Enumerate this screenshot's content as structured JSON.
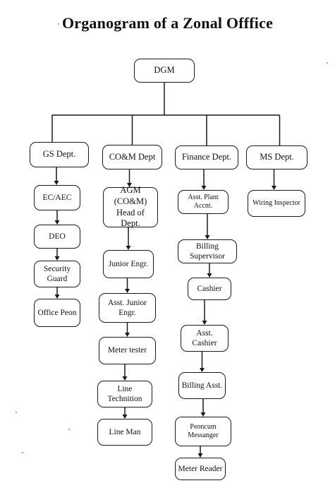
{
  "title": "Organogram of a  Zonal Offfice",
  "root": {
    "id": "dgm",
    "label": "DGM"
  },
  "departments": [
    {
      "id": "gs",
      "label": "GS Dept.",
      "children": [
        "EC/AEC",
        "DEO",
        "Security Guard",
        "Office Peon"
      ]
    },
    {
      "id": "com",
      "label": "CO&M Dept",
      "children": [
        "AGM (CO&M) Head of Dept.",
        "Junior Engr.",
        "Asst. Junior Engr.",
        "Meter tester",
        "Line Technition",
        "Line Man"
      ]
    },
    {
      "id": "fin",
      "label": "Finance Dept.",
      "children": [
        "Asst. Plant Accnt.",
        "Billing Supervisor",
        "Cashier",
        "Asst. Cashier",
        "Billing Asst.",
        "Peoncum Messanger",
        "Meter Reader"
      ]
    },
    {
      "id": "ms",
      "label": "MS Dept.",
      "children": [
        "Wiring Inspector"
      ]
    }
  ]
}
